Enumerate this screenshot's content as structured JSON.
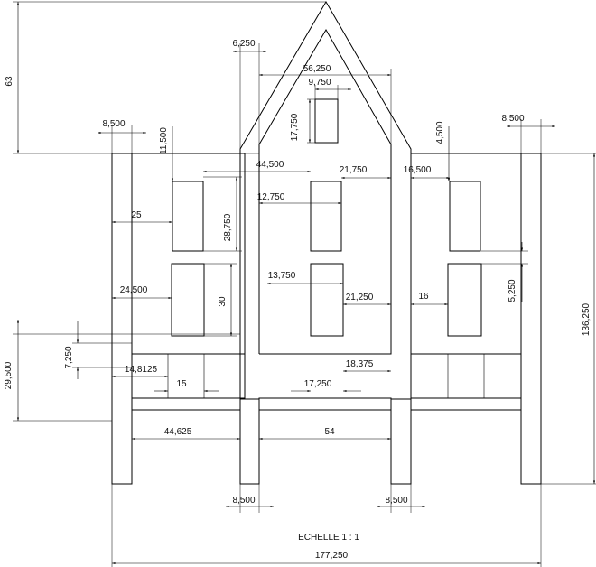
{
  "dimensions": {
    "total_height": "63",
    "roof_tip_offset": "6,250",
    "gable_width": "56,250",
    "attic_window_width": "9,750",
    "attic_window_height": "17,750",
    "left_post_width": "8,500",
    "left_wall_offset": "11,500",
    "right_post_width": "8,500",
    "right_wall_offset": "4,500",
    "center_span": "44,500",
    "center_window_offset": "21,750",
    "right_span": "16,500",
    "center_window_width": "12,750",
    "left_window_offset": "25",
    "left_window_height": "28,750",
    "left_lower_offset": "24,500",
    "center_lower_width": "13,750",
    "left_lower_height": "30",
    "center_lower_offset": "21,250",
    "right_lower_offset": "16",
    "right_small_dim": "5,250",
    "right_total_height": "136,250",
    "base_height": "29,500",
    "base_small": "7,250",
    "left_base_offset": "14,8125",
    "left_base_width": "15",
    "center_base_offset": "18,375",
    "center_base_width": "17,250",
    "left_bay_width": "44,625",
    "center_bay_width": "54",
    "bottom_left_post": "8,500",
    "bottom_right_post": "8,500",
    "overall_width": "177,250"
  },
  "scale_label": "ECHELLE 1 : 1"
}
